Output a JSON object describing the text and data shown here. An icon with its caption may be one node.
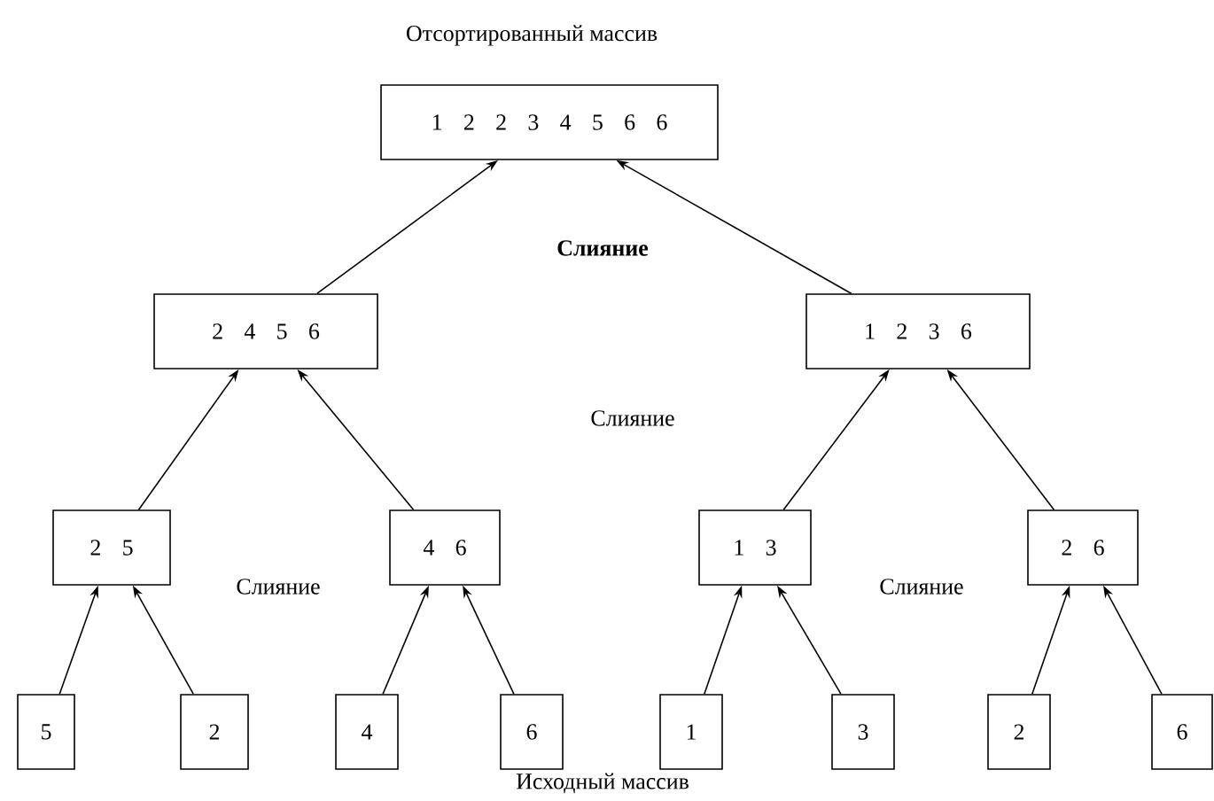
{
  "diagram": {
    "nodes": [
      {
        "text": [
          "1 2 2 3 4 5 6 6"
        ]
      },
      {
        "text": [
          "2 4 5 6"
        ]
      },
      {
        "text": [
          "1 2 3 6"
        ]
      },
      {
        "text": [
          "2 5"
        ]
      },
      {
        "text": [
          "4 6"
        ]
      },
      {
        "text": [
          "1 3"
        ]
      },
      {
        "text": [
          "2 6"
        ]
      },
      {
        "text": [
          "5"
        ]
      },
      {
        "text": [
          "2"
        ]
      },
      {
        "text": [
          "4"
        ]
      },
      {
        "text": [
          "6"
        ]
      },
      {
        "text": [
          "1"
        ]
      },
      {
        "text": [
          "3"
        ]
      },
      {
        "text": [
          "2"
        ]
      },
      {
        "text": [
          "6"
        ]
      }
    ],
    "edges": [
      {
        "from": 1,
        "to": 0,
        "arrow": "to"
      },
      {
        "from": 2,
        "to": 0,
        "arrow": "to"
      },
      {
        "from": 3,
        "to": 1,
        "arrow": "to"
      },
      {
        "from": 4,
        "to": 1,
        "arrow": "to"
      },
      {
        "from": 5,
        "to": 2,
        "arrow": "to"
      },
      {
        "from": 6,
        "to": 2,
        "arrow": "to"
      },
      {
        "from": 7,
        "to": 3,
        "arrow": "to"
      },
      {
        "from": 8,
        "to": 3,
        "arrow": "to"
      },
      {
        "from": 9,
        "to": 4,
        "arrow": "to"
      },
      {
        "from": 10,
        "to": 4,
        "arrow": "to"
      },
      {
        "from": 11,
        "to": 5,
        "arrow": "to"
      },
      {
        "from": 12,
        "to": 5,
        "arrow": "to"
      },
      {
        "from": 13,
        "to": 6,
        "arrow": "to"
      },
      {
        "from": 14,
        "to": 6,
        "arrow": "to"
      }
    ],
    "labels": [
      "Отсортированный массив",
      "Слияние",
      "Слияние",
      "Слияние",
      "Слияние",
      "Исходный массив"
    ]
  }
}
